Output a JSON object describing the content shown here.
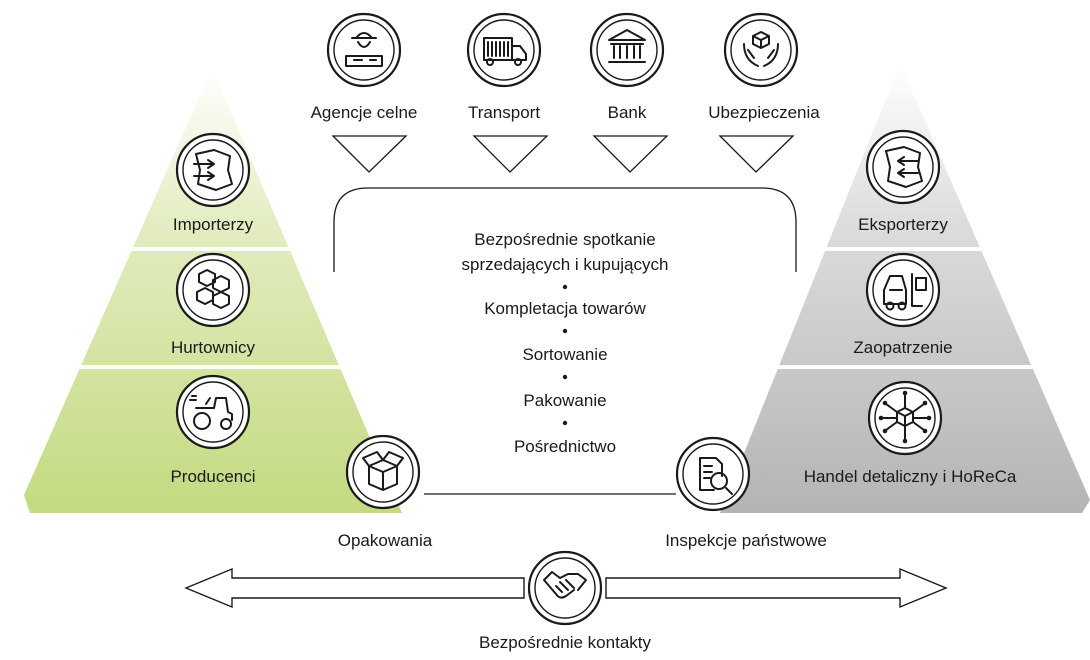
{
  "top_services": [
    {
      "label": "Agencje celne",
      "icon": "customs-officer-icon"
    },
    {
      "label": "Transport",
      "icon": "truck-icon"
    },
    {
      "label": "Bank",
      "icon": "bank-icon"
    },
    {
      "label": "Ubezpieczenia",
      "icon": "insurance-hands-icon"
    }
  ],
  "left_pyramid": {
    "levels": [
      {
        "label": "Importerzy",
        "icon": "import-map-icon"
      },
      {
        "label": "Hurtownicy",
        "icon": "boxes-icon"
      },
      {
        "label": "Producenci",
        "icon": "tractor-icon"
      }
    ],
    "colors": [
      "#eef4d8",
      "#dde9b3",
      "#c5dc84"
    ]
  },
  "right_pyramid": {
    "levels": [
      {
        "label": "Eksporterzy",
        "icon": "export-map-icon"
      },
      {
        "label": "Zaopatrzenie",
        "icon": "forklift-icon"
      },
      {
        "label": "Handel detaliczny i HoReCa",
        "icon": "network-box-icon"
      }
    ],
    "colors": [
      "#ececec",
      "#d6d6d6",
      "#b9b9b9"
    ]
  },
  "center": {
    "lines": [
      "Bezpośrednie spotkanie",
      "sprzedających i kupujących",
      "Kompletacja towarów",
      "Sortowanie",
      "Pakowanie",
      "Pośrednictwo"
    ]
  },
  "bottom_left": {
    "label": "Opakowania",
    "icon": "package-icon"
  },
  "bottom_right": {
    "label": "Inspekcje państwowe",
    "icon": "inspection-document-icon"
  },
  "contacts": {
    "label": "Bezpośrednie kontakty",
    "icon": "handshake-icon"
  }
}
